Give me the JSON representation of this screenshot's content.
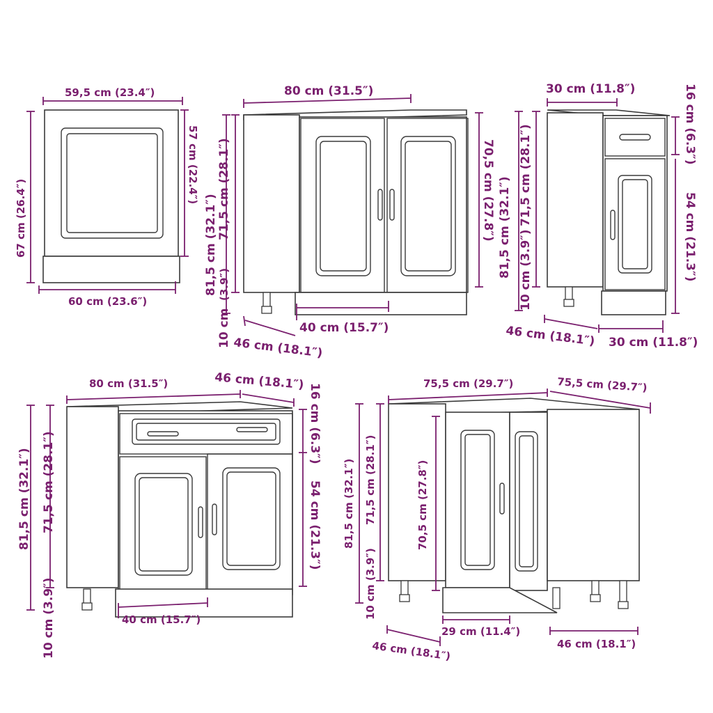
{
  "colors": {
    "dimension": "#7a1f6e",
    "line": "#3a3a3a",
    "background": "#ffffff"
  },
  "cabinet_oven": {
    "width_top": "59,5 cm (23.4″)",
    "width_bottom": "60 cm (23.6″)",
    "height_total": "67 cm (26.4″)",
    "height_panel": "57 cm (22.4″)"
  },
  "cabinet_double_door": {
    "width": "80 cm (31.5″)",
    "height_total": "81,5 cm (32.1″)",
    "height_body": "71,5 cm (28.1″)",
    "height_door": "70,5 cm (27.8″)",
    "height_plinth_in": "(3.9″)",
    "height_plinth_cm": "10 cm",
    "door_width": "40 cm (15.7″)",
    "depth": "46 cm (18.1″)"
  },
  "cabinet_narrow": {
    "width_top": "30 cm (11.8″)",
    "drawer_height": "16 cm (6.3″)",
    "door_height": "54 cm (21.3″)",
    "height_total": "81,5 cm (32.1″)",
    "height_body": "71,5 cm (28.1″)",
    "plinth": "10 cm (3.9″)",
    "depth": "46 cm (18.1″)",
    "width_bottom": "30 cm (11.8″)"
  },
  "cabinet_drawer_double": {
    "width": "80 cm (31.5″)",
    "depth": "46 cm (18.1″)",
    "drawer_height": "16 cm (6.3″)",
    "door_height": "54 cm (21.3″)",
    "height_total": "81,5 cm (32.1″)",
    "height_body": "71,5 cm (28.1″)",
    "plinth": "10 cm (3.9″)",
    "door_width": "40 cm (15.7″)"
  },
  "cabinet_corner": {
    "width_front": "75,5 cm (29.7″)",
    "width_side": "75,5 cm (29.7″)",
    "height_total": "81,5 cm (32.1″)",
    "height_body": "71,5 cm (28.1″)",
    "height_door": "70,5 cm (27.8″)",
    "plinth": "10 cm (3.9″)",
    "depth_left": "46 cm (18.1″)",
    "door_width": "29 cm (11.4″)",
    "depth_right": "46 cm (18.1″)"
  }
}
